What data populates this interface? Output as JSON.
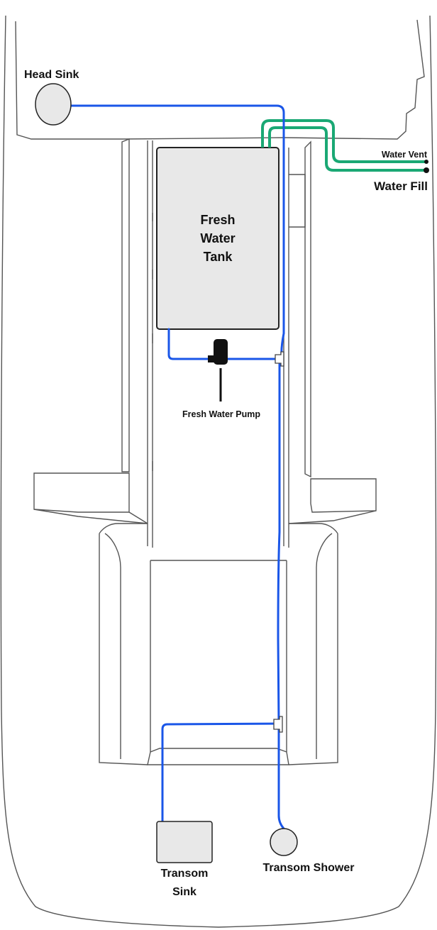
{
  "colors": {
    "supply_line": "#1a56e8",
    "fill_vent_line": "#1aa874",
    "fixture_fill": "#e8e8e8",
    "outline": "#333333"
  },
  "labels": {
    "head_sink": "Head Sink",
    "water_vent": "Water Vent",
    "water_fill": "Water Fill",
    "tank_line1": "Fresh",
    "tank_line2": "Water",
    "tank_line3": "Tank",
    "pump": "Fresh Water Pump",
    "transom_sink_line1": "Transom",
    "transom_sink_line2": "Sink",
    "transom_shower": "Transom Shower"
  }
}
